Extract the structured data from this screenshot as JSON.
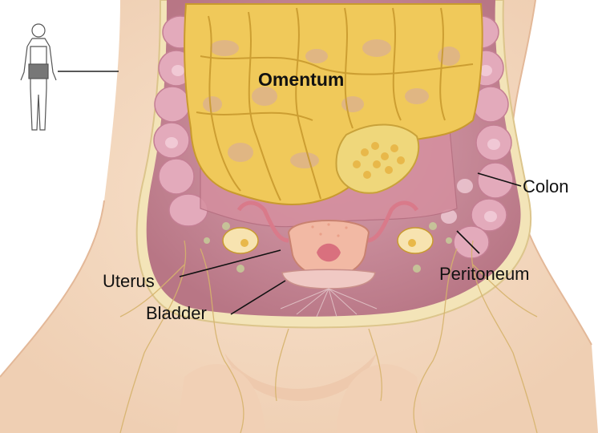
{
  "labels": {
    "omentum": "Omentum",
    "colon": "Colon",
    "uterus": "Uterus",
    "peritoneum": "Peritoneum",
    "bladder": "Bladder"
  },
  "colors": {
    "skin": "#f6dcc4",
    "skin_shadow": "#ecc6aa",
    "peritoneum_band": "#f3e4b8",
    "cavity": "#c98a9a",
    "colon": "#dc9fb2",
    "omentum": "#f0c95a",
    "uterus": "#f2b9a4",
    "bladder": "#f0c9c4",
    "vessels": "#d8b16a"
  },
  "icons": {
    "inset": "body-silhouette-icon"
  }
}
